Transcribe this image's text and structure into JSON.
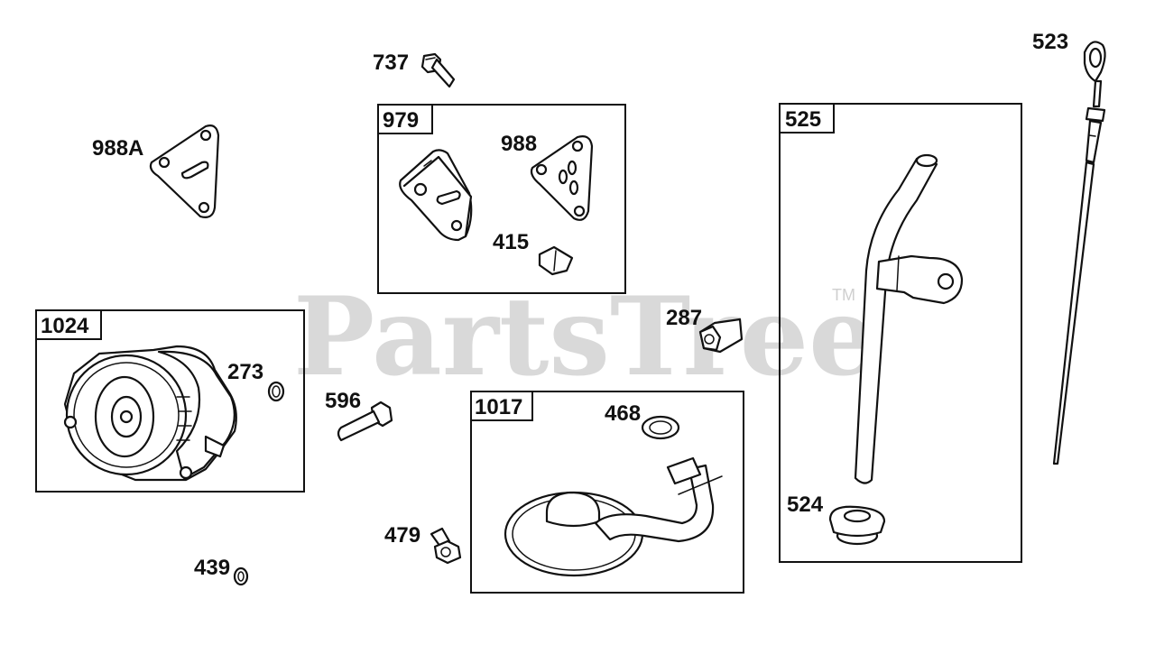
{
  "watermark": {
    "text": "PartsTree",
    "trademark": "TM"
  },
  "labels": {
    "p737": "737",
    "p988a": "988A",
    "p979": "979",
    "p988": "988",
    "p415": "415",
    "p525": "525",
    "p523": "523",
    "p1024": "1024",
    "p273": "273",
    "p287": "287",
    "p596": "596",
    "p1017": "1017",
    "p468": "468",
    "p524": "524",
    "p479": "479",
    "p439": "439"
  },
  "colors": {
    "line": "#111111",
    "watermark": "#d9d9d9",
    "background": "#ffffff"
  }
}
